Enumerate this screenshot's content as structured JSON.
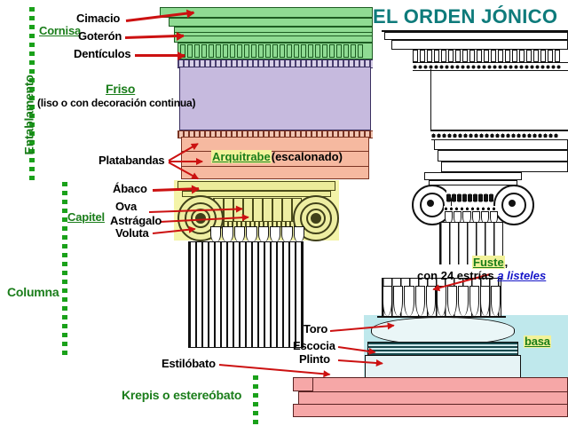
{
  "title": "EL ORDEN JÓNICO",
  "colors": {
    "title": "#0e7b7b",
    "green_label": "#1a7d1a",
    "green_dots": "#1aa11a",
    "arrow_red": "#cc1111",
    "cornice_green": "#8fdb93",
    "frieze_purple": "#c6bade",
    "architrave_salmon": "#f6b9a0",
    "capital_yellow": "#f4f4a8",
    "base_cyan": "#bfe8ec",
    "krepis_pink": "#f6a7a7",
    "blue_link": "#1515c8"
  },
  "brackets": {
    "entablamento": "Entablamento",
    "columna": "Columna",
    "cornisa": "Cornisa",
    "capitel": "Capitel",
    "krepis": "Krepis o estereóbato"
  },
  "labels": {
    "cimacio": "Cimacio",
    "goteron": "Goterón",
    "denticulos": "Dentículos",
    "friso": "Friso",
    "friso_note": "(liso o con decoración continua)",
    "platabandas": "Platabandas",
    "arquitrabe": "Arquitrabe",
    "arquitrabe_note": "(escalonado)",
    "abaco": "Ábaco",
    "ova": "Ova",
    "astragalo": "Astrágalo",
    "voluta": "Voluta",
    "fuste": "Fuste",
    "fuste_comma": ",",
    "fuste_note_1": "con 24 estrías ",
    "fuste_note_2": "a listeles",
    "toro": "Toro",
    "escocia": "Escocia",
    "plinto": "Plinto",
    "estilobato": "Estilóbato",
    "basa": "basa"
  }
}
